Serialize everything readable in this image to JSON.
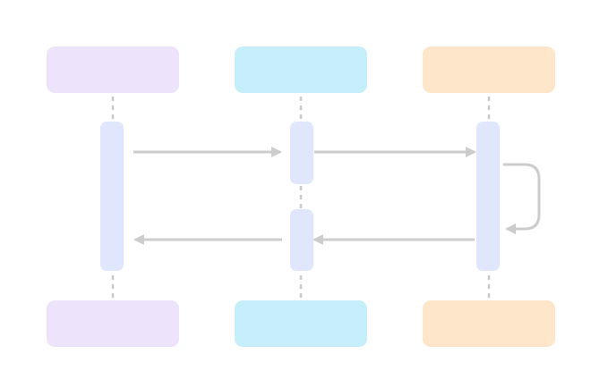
{
  "colors": {
    "background": "#ffffff",
    "lifeline": "#c9c9c9",
    "activation": "#e0e7fd",
    "arrow": "#cccccc"
  },
  "participants": [
    {
      "id": "p1",
      "label": "",
      "color": "#ede3fb"
    },
    {
      "id": "p2",
      "label": "",
      "color": "#c7eefb"
    },
    {
      "id": "p3",
      "label": "",
      "color": "#fee6cb"
    }
  ],
  "messages": [
    {
      "from": "p1",
      "to": "p2",
      "label": ""
    },
    {
      "from": "p2",
      "to": "p3",
      "label": ""
    },
    {
      "from": "p3",
      "to": "p3",
      "label": ""
    },
    {
      "from": "p3",
      "to": "p2",
      "label": ""
    },
    {
      "from": "p2",
      "to": "p1",
      "label": ""
    }
  ]
}
